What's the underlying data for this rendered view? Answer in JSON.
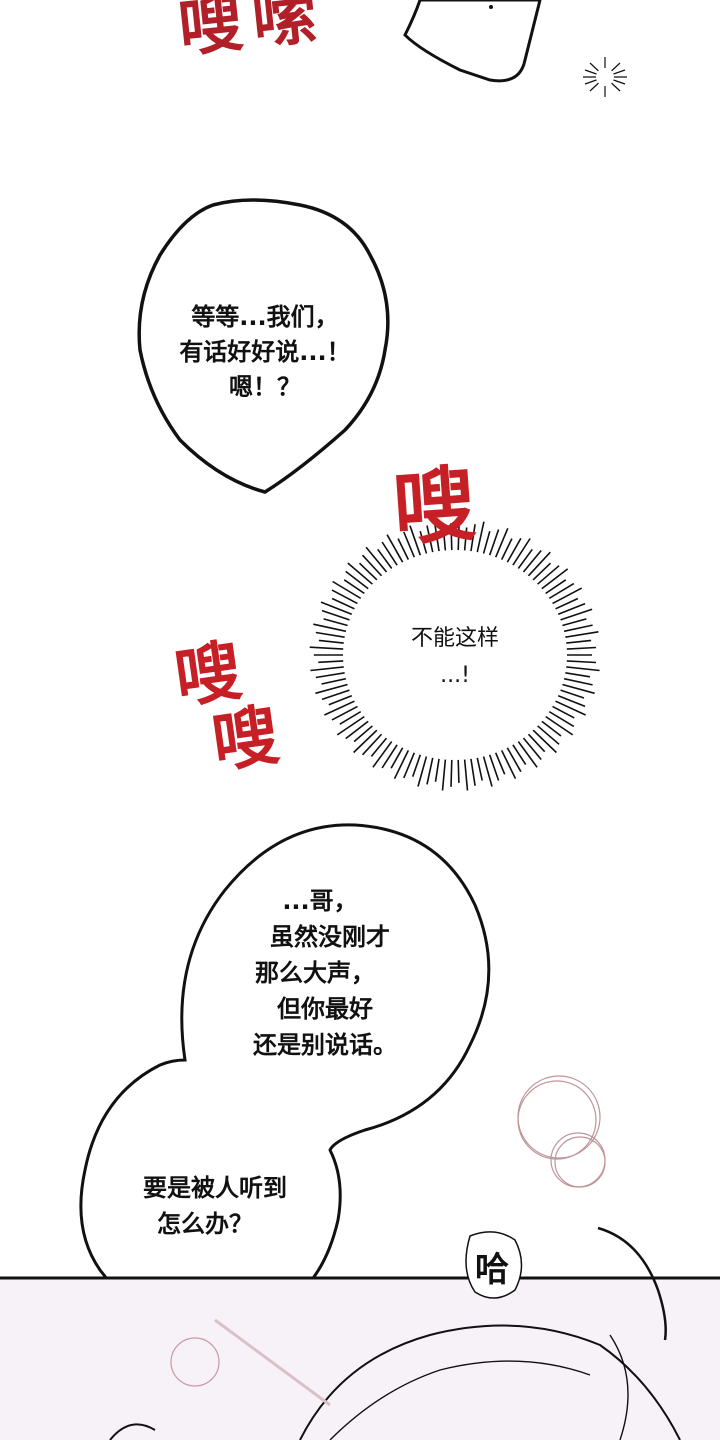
{
  "panel_top": {
    "sfx_text": "嗖嗦"
  },
  "bubble_1": {
    "lines": [
      "等等...我们，",
      "有话好好说...！",
      "嗯！？"
    ]
  },
  "sfx_1": {
    "text": "嗖"
  },
  "burst_bubble": {
    "lines": [
      "不能这样",
      "...!"
    ]
  },
  "sfx_2": {
    "chars": [
      "嗖",
      "嗖"
    ]
  },
  "bubble_2": {
    "lines": [
      "...哥，",
      "虽然没刚才",
      "那么大声，",
      "但你最好",
      "还是别说话。"
    ]
  },
  "bubble_3": {
    "lines": [
      "要是被人听到",
      "怎么办？"
    ]
  },
  "sfx_3": {
    "text": "哈"
  },
  "colors": {
    "sfx_red": "#c62026",
    "ink": "#111111",
    "background": "#ffffff",
    "bottom_panel_tint": "#f7f2f7"
  }
}
